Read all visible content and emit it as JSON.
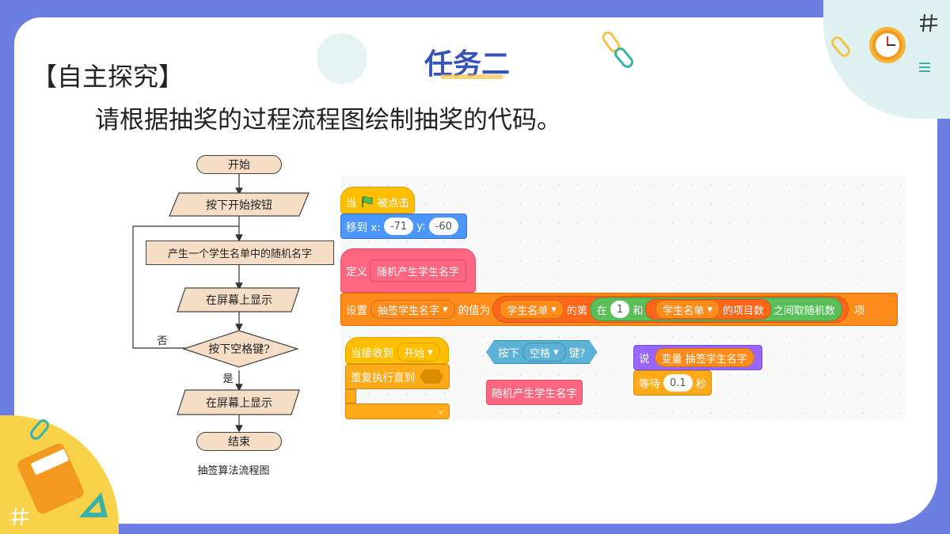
{
  "slide": {
    "section_label": "【自主探究】",
    "title": "任务二",
    "instruction": "请根据抽奖的过程流程图绘制抽奖的代码。"
  },
  "flowchart": {
    "nodes": {
      "start": "开始",
      "press_start": "按下开始按钮",
      "generate": "产生一个学生名单中的随机名字",
      "show1": "在屏幕上显示",
      "decision": "按下空格键?",
      "show2": "在屏幕上显示",
      "end": "结束"
    },
    "labels": {
      "no": "否",
      "yes": "是"
    },
    "caption": "抽签算法流程图"
  },
  "code": {
    "flag_block": {
      "when": "当",
      "clicked": "被点击"
    },
    "goto_block": {
      "label": "移到 x:",
      "x": "-71",
      "y_label": "y:",
      "y": "-60"
    },
    "define_block": {
      "define": "定义",
      "name": "随机产生学生名字"
    },
    "set_block": {
      "set": "设置",
      "variable": "抽签学生名字",
      "value_is": "的值为",
      "list": "学生名单",
      "item_of": "的第",
      "pick": "在",
      "from": "1",
      "and": "和",
      "list2": "学生名单",
      "length_of": "的项目数",
      "random": "之间取随机数",
      "item": "项"
    },
    "receive_block": {
      "when_receive": "当接收到",
      "message": "开始"
    },
    "repeat_block": {
      "label": "重复执行直到"
    },
    "key_block": {
      "press": "按下",
      "key": "空格",
      "key_suffix": "键?"
    },
    "call_block": {
      "name": "随机产生学生名字"
    },
    "say_block": {
      "say": "说",
      "var_label": "变量",
      "var_name": "抽签学生名字"
    },
    "wait_block": {
      "wait": "等待",
      "seconds": "0.1",
      "unit": "秒"
    }
  },
  "colors": {
    "background": "#6b7fe0",
    "title": "#3553b8",
    "events": "#ffbf00",
    "motion": "#4c97ff",
    "my_blocks": "#ff6680",
    "variables": "#ff8c1a",
    "control": "#ffab19",
    "sensing": "#5cb1d6",
    "looks": "#9966ff",
    "operators": "#59c059",
    "flowchart_fill": "#f6ddc6"
  }
}
